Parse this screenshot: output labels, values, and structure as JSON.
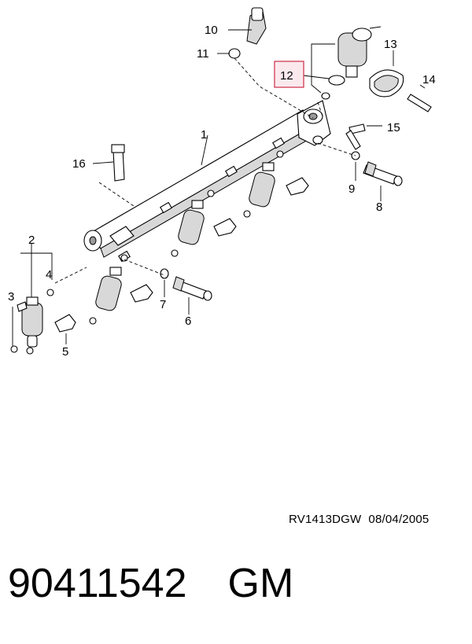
{
  "diagram": {
    "callouts": [
      "1",
      "2",
      "3",
      "4",
      "5",
      "6",
      "7",
      "8",
      "9",
      "10",
      "11",
      "12",
      "13",
      "14",
      "15",
      "16"
    ],
    "highlighted_callout": "12"
  },
  "drawing_ref": {
    "code": "RV1413DGW",
    "date": "08/04/2005"
  },
  "footer": {
    "part_number": "90411542",
    "brand": "GM"
  }
}
